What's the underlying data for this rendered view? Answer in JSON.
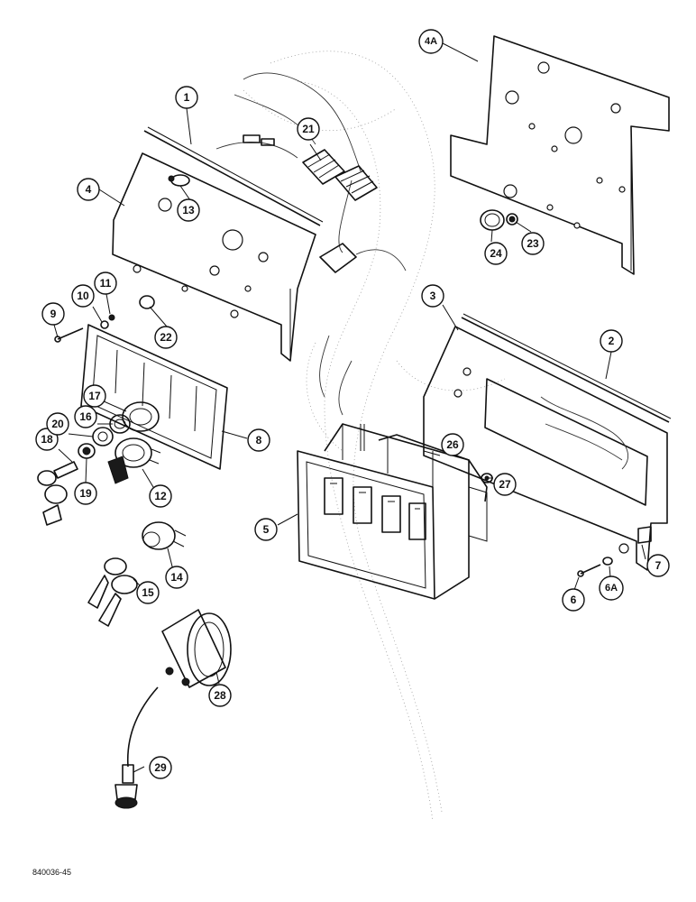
{
  "figure_code": "840036-45",
  "callouts": [
    {
      "id": "c1",
      "label": "1"
    },
    {
      "id": "c2",
      "label": "2"
    },
    {
      "id": "c3",
      "label": "3"
    },
    {
      "id": "c4",
      "label": "4"
    },
    {
      "id": "c4a",
      "label": "4A"
    },
    {
      "id": "c5",
      "label": "5"
    },
    {
      "id": "c6",
      "label": "6"
    },
    {
      "id": "c6a",
      "label": "6A"
    },
    {
      "id": "c7",
      "label": "7"
    },
    {
      "id": "c8",
      "label": "8"
    },
    {
      "id": "c9",
      "label": "9"
    },
    {
      "id": "c10",
      "label": "10"
    },
    {
      "id": "c11",
      "label": "11"
    },
    {
      "id": "c12",
      "label": "12"
    },
    {
      "id": "c13",
      "label": "13"
    },
    {
      "id": "c14",
      "label": "14"
    },
    {
      "id": "c15",
      "label": "15"
    },
    {
      "id": "c16",
      "label": "16"
    },
    {
      "id": "c17",
      "label": "17"
    },
    {
      "id": "c18",
      "label": "18"
    },
    {
      "id": "c19",
      "label": "19"
    },
    {
      "id": "c20",
      "label": "20"
    },
    {
      "id": "c21",
      "label": "21"
    },
    {
      "id": "c22",
      "label": "22"
    },
    {
      "id": "c23",
      "label": "23"
    },
    {
      "id": "c24",
      "label": "24"
    },
    {
      "id": "c26",
      "label": "26"
    },
    {
      "id": "c27",
      "label": "27"
    },
    {
      "id": "c28",
      "label": "28"
    },
    {
      "id": "c29",
      "label": "29"
    }
  ]
}
